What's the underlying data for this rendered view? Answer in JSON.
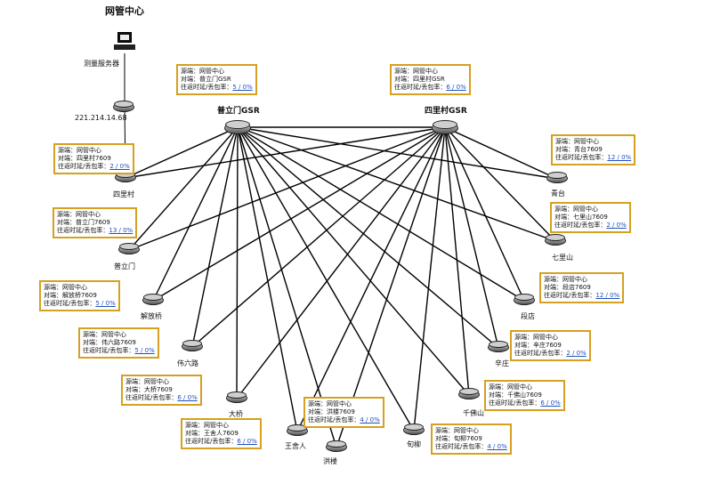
{
  "title": "网管中心",
  "server": {
    "label": "测量服务器",
    "ip": "221.214.14.68"
  },
  "core": [
    {
      "id": "c1",
      "label": "普立门GSR"
    },
    {
      "id": "c2",
      "label": "四里村GSR"
    }
  ],
  "nodes": [
    {
      "id": "n1",
      "label": "四里村"
    },
    {
      "id": "n2",
      "label": "普立门"
    },
    {
      "id": "n3",
      "label": "解放桥"
    },
    {
      "id": "n4",
      "label": "伟六路"
    },
    {
      "id": "n5",
      "label": "大桥"
    },
    {
      "id": "n6",
      "label": "王舍人"
    },
    {
      "id": "n7",
      "label": "洪楼"
    },
    {
      "id": "n8",
      "label": "旬柳"
    },
    {
      "id": "n9",
      "label": "千佛山"
    },
    {
      "id": "n10",
      "label": "辛庄"
    },
    {
      "id": "n11",
      "label": "段店"
    },
    {
      "id": "n12",
      "label": "七里山"
    },
    {
      "id": "n13",
      "label": "青台"
    }
  ],
  "info": [
    {
      "id": "i1",
      "src": "源端：网管中心",
      "dst": "对端：普立门GSR",
      "metric": "往返时延/丢包率：",
      "value": "5 / 0%"
    },
    {
      "id": "i2",
      "src": "源端：网管中心",
      "dst": "对端：四里村GSR",
      "metric": "往返时延/丢包率：",
      "value": "6 / 0%"
    },
    {
      "id": "i3",
      "src": "源端：网管中心",
      "dst": "对端：四里村7609",
      "metric": "往返时延/丢包率：",
      "value": "2 / 0%"
    },
    {
      "id": "i4",
      "src": "源端：网管中心",
      "dst": "对端：普立门7609",
      "metric": "往返时延/丢包率：",
      "value": "13 / 0%"
    },
    {
      "id": "i5",
      "src": "源端：网管中心",
      "dst": "对端：解放桥7609",
      "metric": "往返时延/丢包率：",
      "value": "5 / 0%"
    },
    {
      "id": "i6",
      "src": "源端：网管中心",
      "dst": "对端：伟六路7609",
      "metric": "往返时延/丢包率：",
      "value": "5 / 0%"
    },
    {
      "id": "i7",
      "src": "源端：网管中心",
      "dst": "对端：大桥7609",
      "metric": "往返时延/丢包率：",
      "value": "6 / 0%"
    },
    {
      "id": "i8",
      "src": "源端：网管中心",
      "dst": "对端：王舍人7609",
      "metric": "往返时延/丢包率：",
      "value": "6 / 0%"
    },
    {
      "id": "i9",
      "src": "源端：网管中心",
      "dst": "对端：洪楼7609",
      "metric": "往返时延/丢包率：",
      "value": "4 / 0%"
    },
    {
      "id": "i10",
      "src": "源端：网管中心",
      "dst": "对端：旬柳7609",
      "metric": "往返时延/丢包率：",
      "value": "4 / 0%"
    },
    {
      "id": "i11",
      "src": "源端：网管中心",
      "dst": "对端：千佛山7609",
      "metric": "往返时延/丢包率：",
      "value": "6 / 0%"
    },
    {
      "id": "i12",
      "src": "源端：网管中心",
      "dst": "对端：辛庄7609",
      "metric": "往返时延/丢包率：",
      "value": "2 / 0%"
    },
    {
      "id": "i13",
      "src": "源端：网管中心",
      "dst": "对端：段店7609",
      "metric": "往返时延/丢包率：",
      "value": "12 / 0%"
    },
    {
      "id": "i14",
      "src": "源端：网管中心",
      "dst": "对端：七里山7609",
      "metric": "往返时延/丢包率：",
      "value": "2 / 0%"
    },
    {
      "id": "i15",
      "src": "源端：网管中心",
      "dst": "对端：青台7609",
      "metric": "往返时延/丢包率：",
      "value": "12 / 0%"
    }
  ]
}
